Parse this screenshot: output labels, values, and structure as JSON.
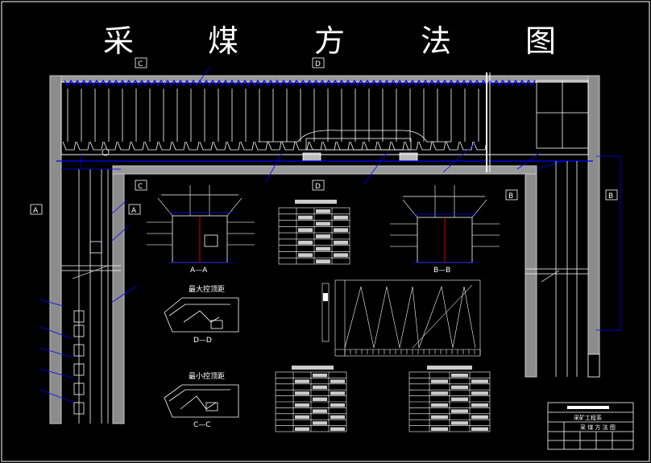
{
  "title": {
    "chars": [
      "采",
      "煤",
      "方",
      "法",
      "图"
    ]
  },
  "section_markers": {
    "c_top": "C",
    "d_top": "D",
    "c_mid": "C",
    "d_mid": "D",
    "a_left": "A",
    "a_mid": "A",
    "b_right_inner": "B",
    "b_right_outer": "B"
  },
  "section_views": {
    "aa_label": "A—A",
    "bb_label": "B—B",
    "dd_label": "D—D",
    "cc_label": "C—C"
  },
  "sub_titles": {
    "max_roof": "最大控顶距",
    "min_roof": "最小控顶距"
  },
  "title_block": {
    "school": "采矿工程系",
    "drawing_name": "采 煤 方 法 图"
  },
  "colors": {
    "background": "#000000",
    "line_white": "#ffffff",
    "line_blue": "#0000ff",
    "line_gray": "#c8c8c8",
    "red": "#ff0000"
  }
}
